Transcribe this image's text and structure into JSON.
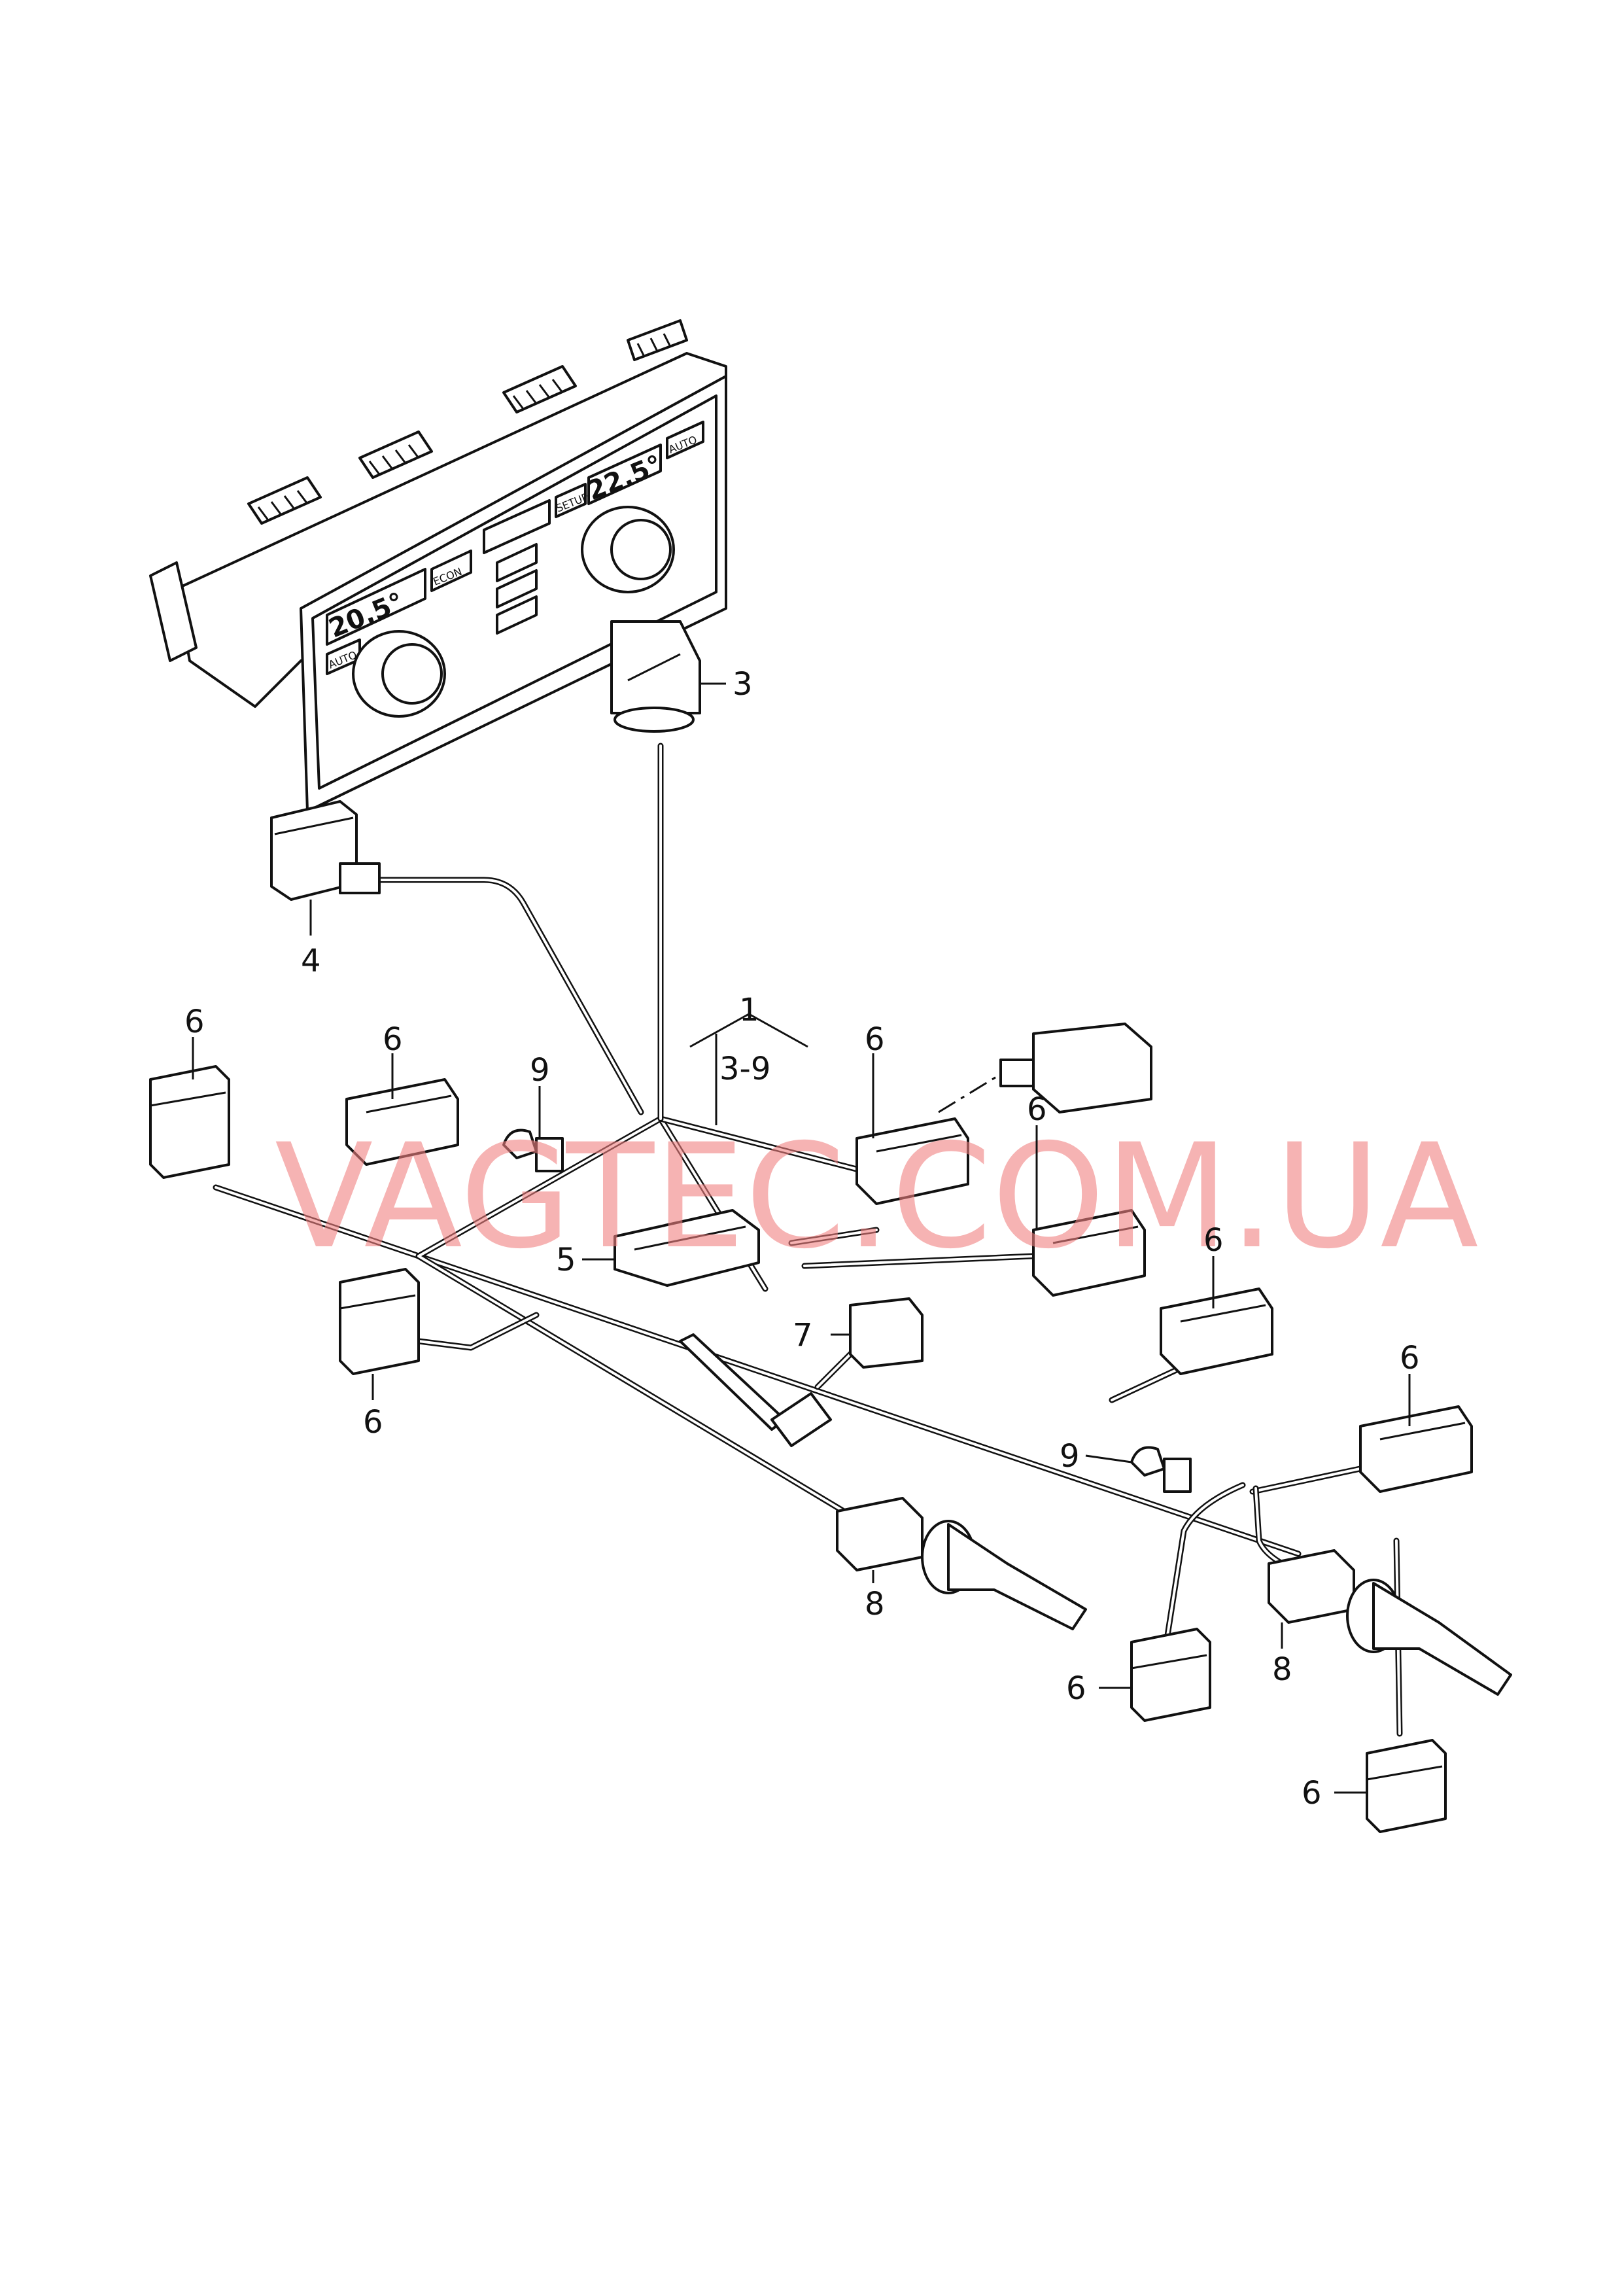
{
  "watermark": "VAGTEC.COM.UA",
  "control_unit": {
    "left_temp": "20.5°",
    "right_temp": "22.5°",
    "buttons": [
      "AUTO",
      "ECON",
      "SETUP",
      "AUTO"
    ]
  },
  "callouts": {
    "c1": "1",
    "c1_range": "3-9",
    "c3": "3",
    "c4": "4",
    "c5": "5",
    "c6": "6",
    "c7": "7",
    "c8": "8",
    "c9": "9"
  }
}
